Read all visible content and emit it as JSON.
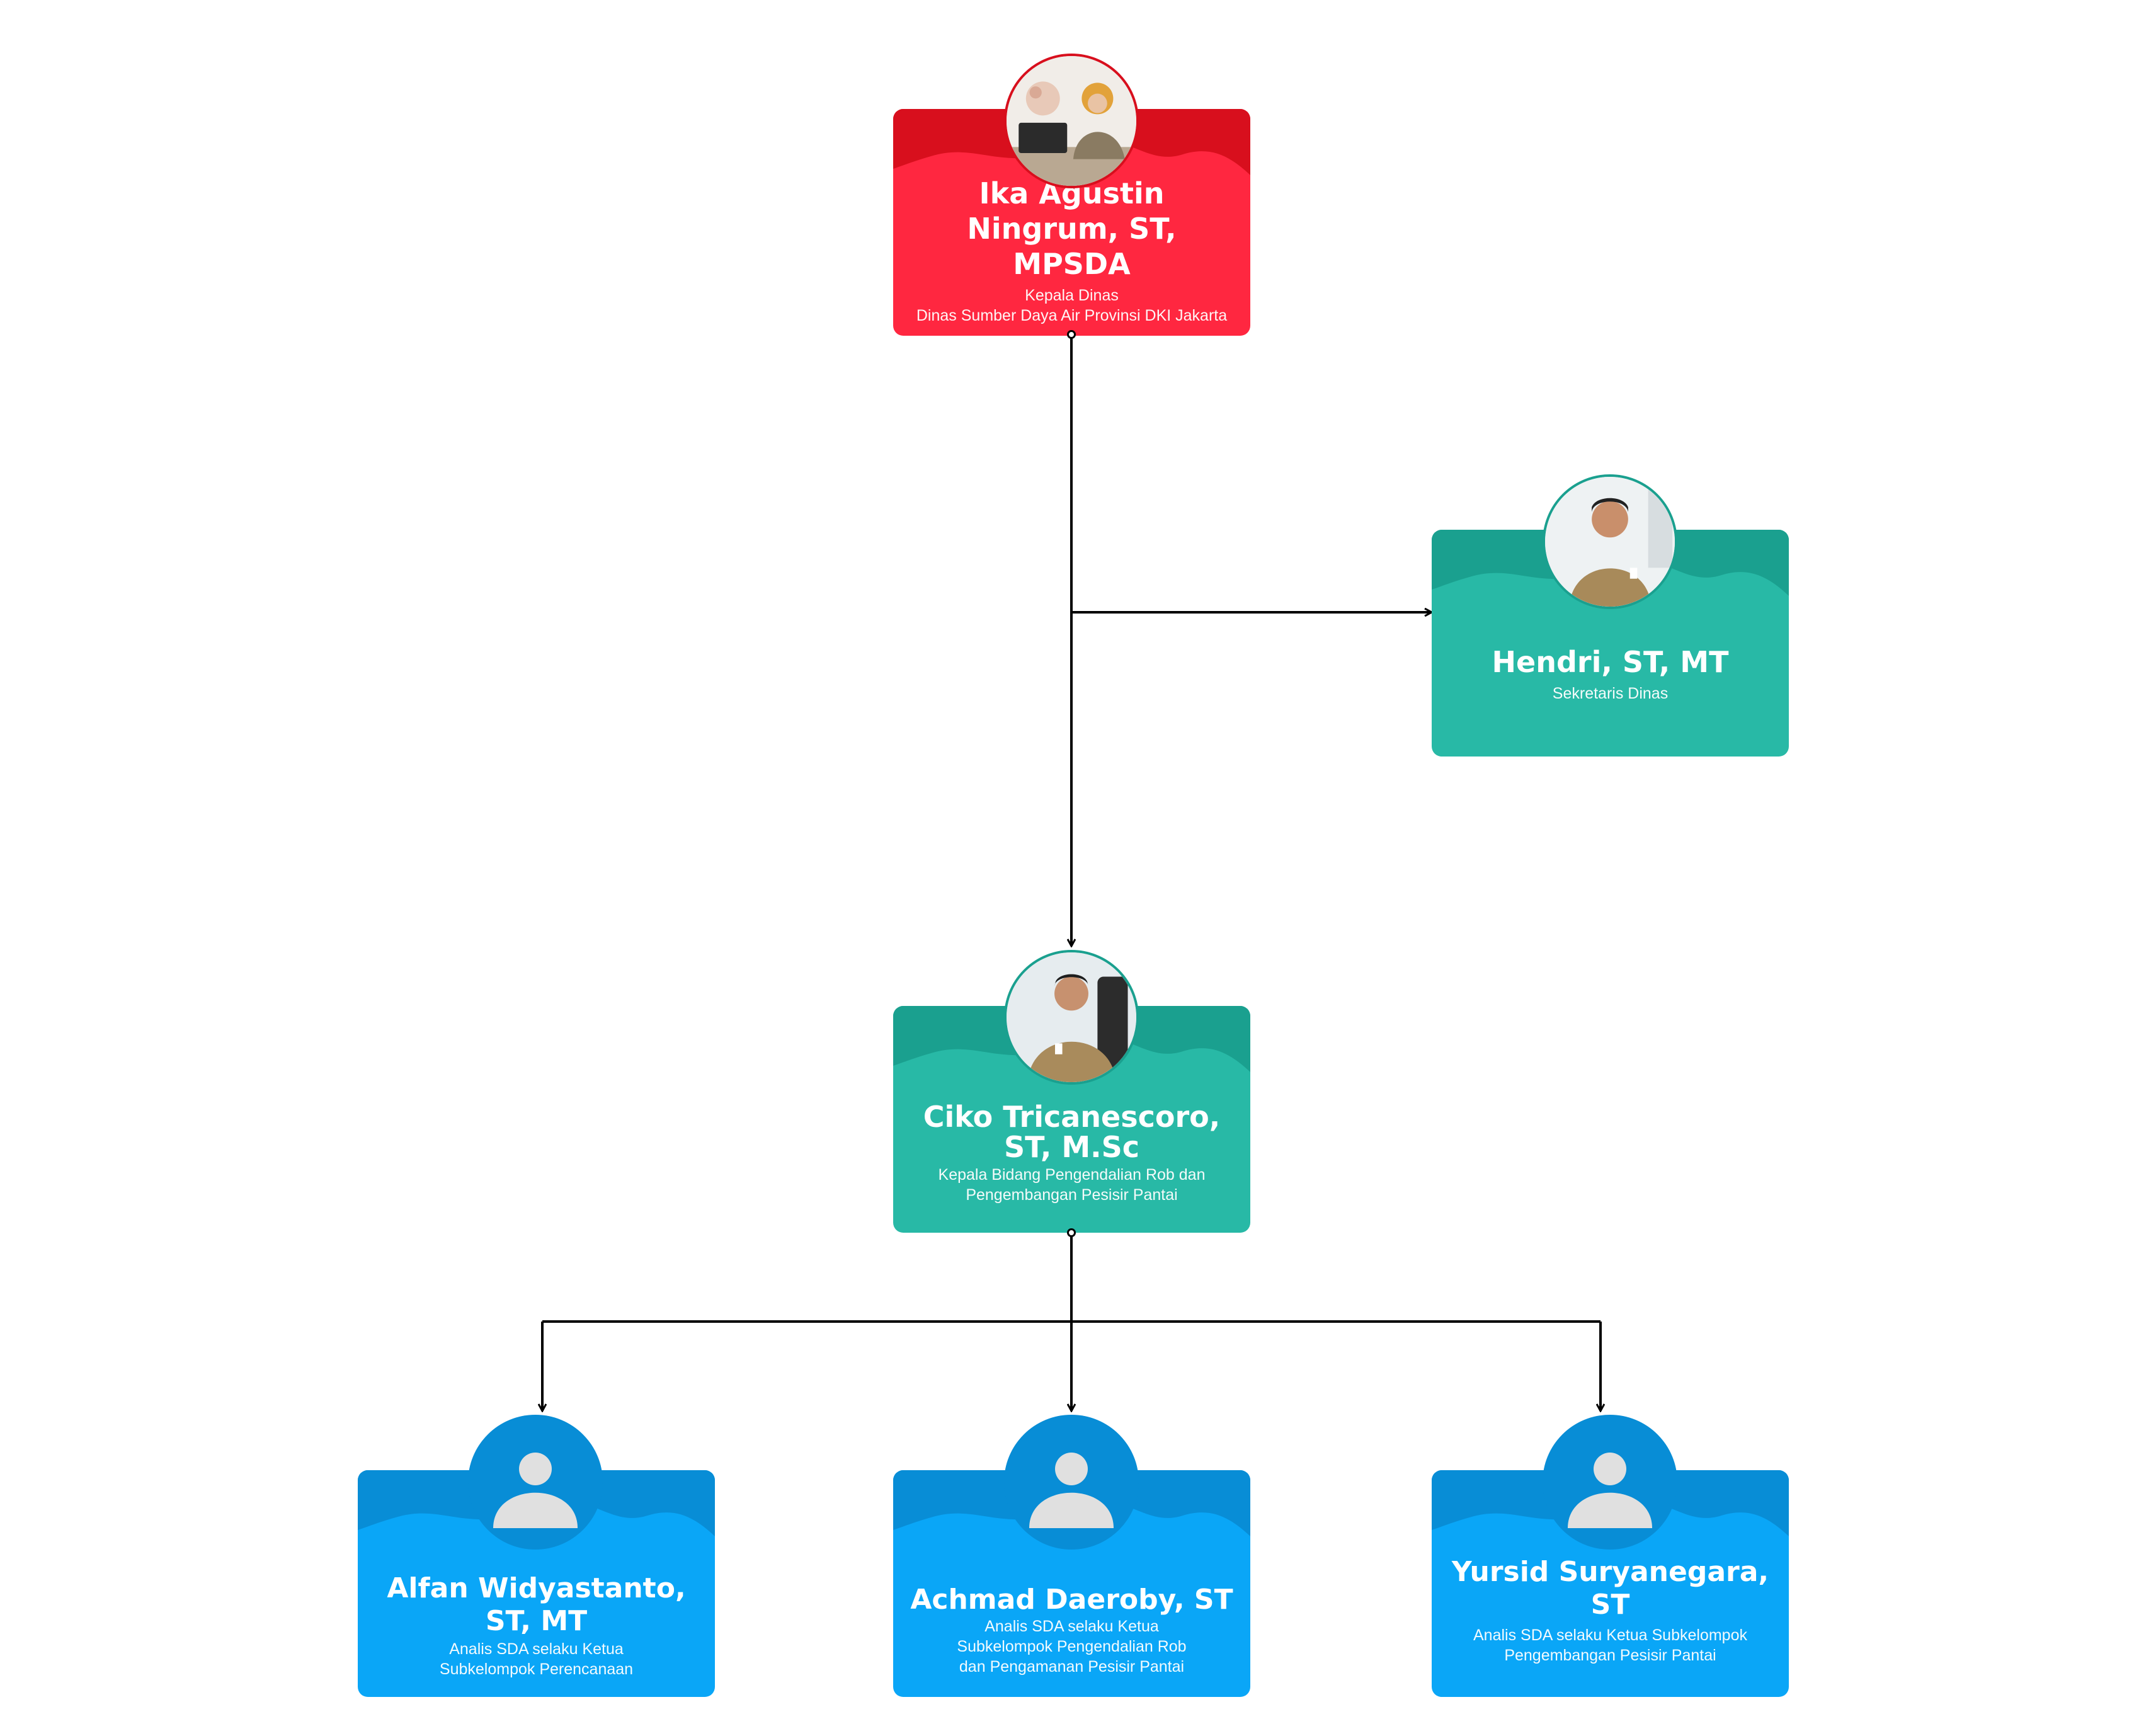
{
  "colors": {
    "red_main": "#ff2740",
    "red_dark": "#d80f1d",
    "teal_main": "#28b9a6",
    "teal_dark": "#1aa08f",
    "blue_main": "#0aa6f7",
    "blue_dark": "#088dd6",
    "line": "#000000"
  },
  "nodes": {
    "head": {
      "name": "Ika Agustin Ningrum, ST, MPSDA",
      "role": "Kepala Dinas\nDinas Sumber Daya Air Provinsi DKI Jakarta",
      "avatar": "woman-at-desk-photo"
    },
    "secretary": {
      "name": "Hendri, ST, MT",
      "role": "Sekretaris Dinas",
      "avatar": "man-in-uniform-photo"
    },
    "division_head": {
      "name": "Ciko Tricanescoro, ST, M.Sc",
      "role": "Kepala Bidang Pengendalian Rob dan Pengembangan Pesisir Pantai",
      "avatar": "man-seated-in-chair-photo"
    },
    "staff_1": {
      "name": "Alfan Widyastanto, ST, MT",
      "role": "Analis SDA selaku Ketua Subkelompok Perencanaan",
      "avatar": "person-placeholder-icon"
    },
    "staff_2": {
      "name": "Achmad Daeroby, ST",
      "role": "Analis SDA selaku Ketua Subkelompok Pengendalian Rob dan Pengamanan Pesisir Pantai",
      "avatar": "person-placeholder-icon"
    },
    "staff_3": {
      "name": "Yursid Suryanegara, ST",
      "role": "Analis SDA selaku Ketua Subkelompok Pengembangan Pesisir Pantai",
      "avatar": "person-placeholder-icon"
    }
  }
}
